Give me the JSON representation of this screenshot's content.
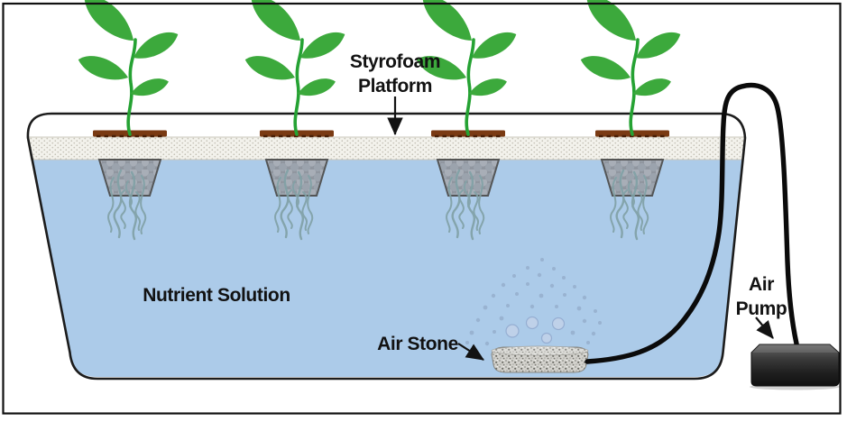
{
  "diagram": {
    "description": "Deep water culture hydroponics system",
    "labels": {
      "platform_line1": "Styrofoam",
      "platform_line2": "Platform",
      "nutrient_solution": "Nutrient Solution",
      "air_stone": "Air Stone",
      "air_pump_line1": "Air",
      "air_pump_line2": "Pump"
    },
    "counts": {
      "plants": 4,
      "net_pots": 4
    },
    "components": [
      "tank",
      "nutrient-solution",
      "styrofoam-platform",
      "plant",
      "net-pot",
      "roots",
      "air-stone",
      "air-bubbles",
      "air-tube",
      "air-pump",
      "arrow-annotation"
    ],
    "colors": {
      "water": "#ACCBE9",
      "leaf_green": "#3CA93C",
      "stem_green": "#25A233",
      "pot_rim_brown": "#7A3A13",
      "pot_rim_dash": "#4A2008",
      "net_pot_gray": "#8F949C",
      "net_pot_border": "#4F4F4F",
      "root_teal": "#7E9FA4",
      "platform_white": "#F3F2EC",
      "platform_dot": "#C2BFB4",
      "stone_gray": "#D3D2CD",
      "bubble_small": "#92A9C7",
      "bubble_large_fill": "#C3D3E9",
      "bubble_large_edge": "#92A9CE",
      "pump_dark": "#1E1E1E",
      "pump_light": "#666666",
      "tube_black": "#0B0B0B",
      "outline_black": "#1C1C1C",
      "label_text": "#121212"
    }
  }
}
